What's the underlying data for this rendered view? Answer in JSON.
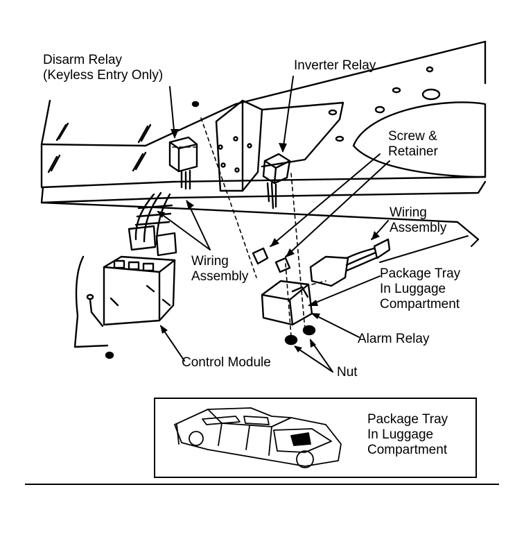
{
  "labels": {
    "disarm_relay": [
      "Disarm Relay",
      "(Keyless Entry Only)"
    ],
    "inverter_relay": "Inverter Relay",
    "screw_retainer": [
      "Screw &",
      "Retainer"
    ],
    "wiring_assembly_right": [
      "Wiring",
      "Assembly"
    ],
    "wiring_assembly_left": [
      "Wiring",
      "Assembly"
    ],
    "package_tray": [
      "Package Tray",
      "In Luggage",
      "Compartment"
    ],
    "alarm_relay": "Alarm Relay",
    "control_module": "Control Module",
    "nut": "Nut"
  },
  "inset": {
    "caption": [
      "Package Tray",
      "In Luggage",
      "Compartment"
    ]
  }
}
